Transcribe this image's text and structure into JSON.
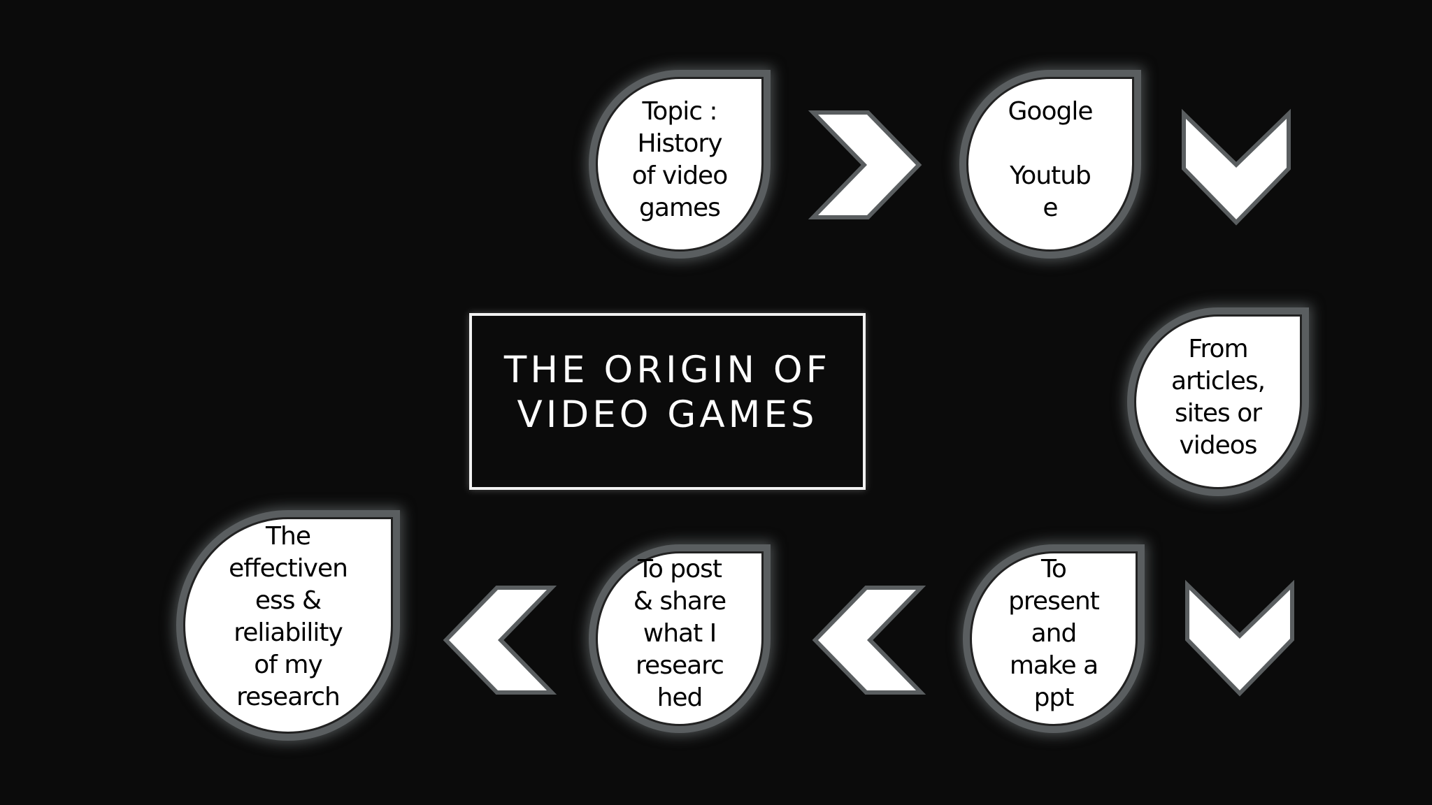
{
  "title": {
    "line1": "THE ORIGIN OF",
    "line2": "VIDEO GAMES"
  },
  "nodes": [
    {
      "lines": [
        "Topic :",
        "History",
        "of video",
        "games"
      ]
    },
    {
      "lines": [
        "Google",
        "",
        "Youtub",
        "e"
      ]
    },
    {
      "lines": [
        "From",
        "articles,",
        "sites or",
        "videos"
      ]
    },
    {
      "lines": [
        "To",
        "present",
        "and",
        "make a",
        "ppt"
      ]
    },
    {
      "lines": [
        "To post",
        "& share",
        "what I",
        "researc",
        "hed"
      ]
    },
    {
      "lines": [
        "The",
        "effectiven",
        "ess &",
        "reliability",
        "of my",
        "research"
      ]
    }
  ],
  "arrows": [
    {
      "direction": "right",
      "icon": "chevron-right-icon"
    },
    {
      "direction": "down",
      "icon": "chevron-down-icon"
    },
    {
      "direction": "down",
      "icon": "chevron-down-icon"
    },
    {
      "direction": "left",
      "icon": "chevron-left-icon"
    },
    {
      "direction": "left",
      "icon": "chevron-left-icon"
    }
  ],
  "colors": {
    "background": "#0b0b0b",
    "node_fill": "#ffffff",
    "glow": "#5a5e60",
    "title_border": "#f2f2f2"
  }
}
